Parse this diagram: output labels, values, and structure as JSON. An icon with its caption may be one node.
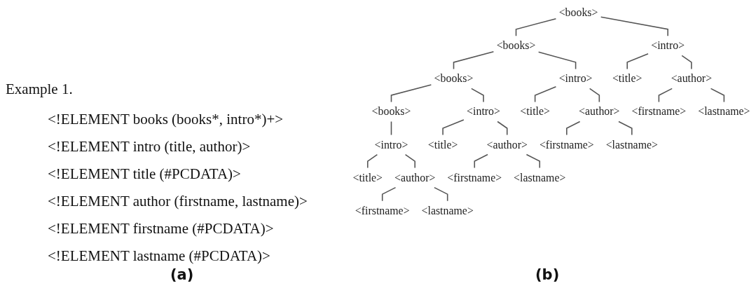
{
  "diagram": {
    "nodes": [
      {
        "text": [
          "<books>"
        ]
      },
      {
        "text": [
          "<books>"
        ]
      },
      {
        "text": [
          "<intro>"
        ]
      },
      {
        "text": [
          "<books>"
        ]
      },
      {
        "text": [
          "<intro>"
        ]
      },
      {
        "text": [
          "<title>"
        ]
      },
      {
        "text": [
          "<author>"
        ]
      },
      {
        "text": [
          "<books>"
        ]
      },
      {
        "text": [
          "<intro>"
        ]
      },
      {
        "text": [
          "<title>"
        ]
      },
      {
        "text": [
          "<author>"
        ]
      },
      {
        "text": [
          "<firstname>"
        ]
      },
      {
        "text": [
          "<lastname>"
        ]
      },
      {
        "text": [
          "<intro>"
        ]
      },
      {
        "text": [
          "<title>"
        ]
      },
      {
        "text": [
          "<author>"
        ]
      },
      {
        "text": [
          "<firstname>"
        ]
      },
      {
        "text": [
          "<lastname>"
        ]
      },
      {
        "text": [
          "<title>"
        ]
      },
      {
        "text": [
          "<author>"
        ]
      },
      {
        "text": [
          "<firstname>"
        ]
      },
      {
        "text": [
          "<lastname>"
        ]
      },
      {
        "text": [
          "<firstname>"
        ]
      },
      {
        "text": [
          "<lastname>"
        ]
      }
    ],
    "edges": [
      {
        "from": 0,
        "to": 1,
        "arrow": "none"
      },
      {
        "from": 0,
        "to": 2,
        "arrow": "none"
      },
      {
        "from": 1,
        "to": 3,
        "arrow": "none"
      },
      {
        "from": 1,
        "to": 4,
        "arrow": "none"
      },
      {
        "from": 2,
        "to": 5,
        "arrow": "none"
      },
      {
        "from": 2,
        "to": 6,
        "arrow": "none"
      },
      {
        "from": 3,
        "to": 7,
        "arrow": "none"
      },
      {
        "from": 3,
        "to": 8,
        "arrow": "none"
      },
      {
        "from": 4,
        "to": 9,
        "arrow": "none"
      },
      {
        "from": 4,
        "to": 10,
        "arrow": "none"
      },
      {
        "from": 6,
        "to": 11,
        "arrow": "none"
      },
      {
        "from": 6,
        "to": 12,
        "arrow": "none"
      },
      {
        "from": 7,
        "to": 13,
        "arrow": "none"
      },
      {
        "from": 8,
        "to": 14,
        "arrow": "none"
      },
      {
        "from": 8,
        "to": 15,
        "arrow": "none"
      },
      {
        "from": 10,
        "to": 16,
        "arrow": "none"
      },
      {
        "from": 10,
        "to": 17,
        "arrow": "none"
      },
      {
        "from": 13,
        "to": 18,
        "arrow": "none"
      },
      {
        "from": 13,
        "to": 19,
        "arrow": "none"
      },
      {
        "from": 15,
        "to": 20,
        "arrow": "none"
      },
      {
        "from": 15,
        "to": 21,
        "arrow": "none"
      },
      {
        "from": 19,
        "to": 22,
        "arrow": "none"
      },
      {
        "from": 19,
        "to": 23,
        "arrow": "none"
      }
    ],
    "labels": [
      "Example 1.",
      "<!ELEMENT books (books*, intro*)+>",
      "<!ELEMENT intro (title, author)>",
      "<!ELEMENT title (#PCDATA)>",
      "<!ELEMENT author (firstname, lastname)>",
      "<!ELEMENT firstname (#PCDATA)>",
      "<!ELEMENT lastname (#PCDATA)>",
      "(a)",
      "(b)"
    ]
  }
}
